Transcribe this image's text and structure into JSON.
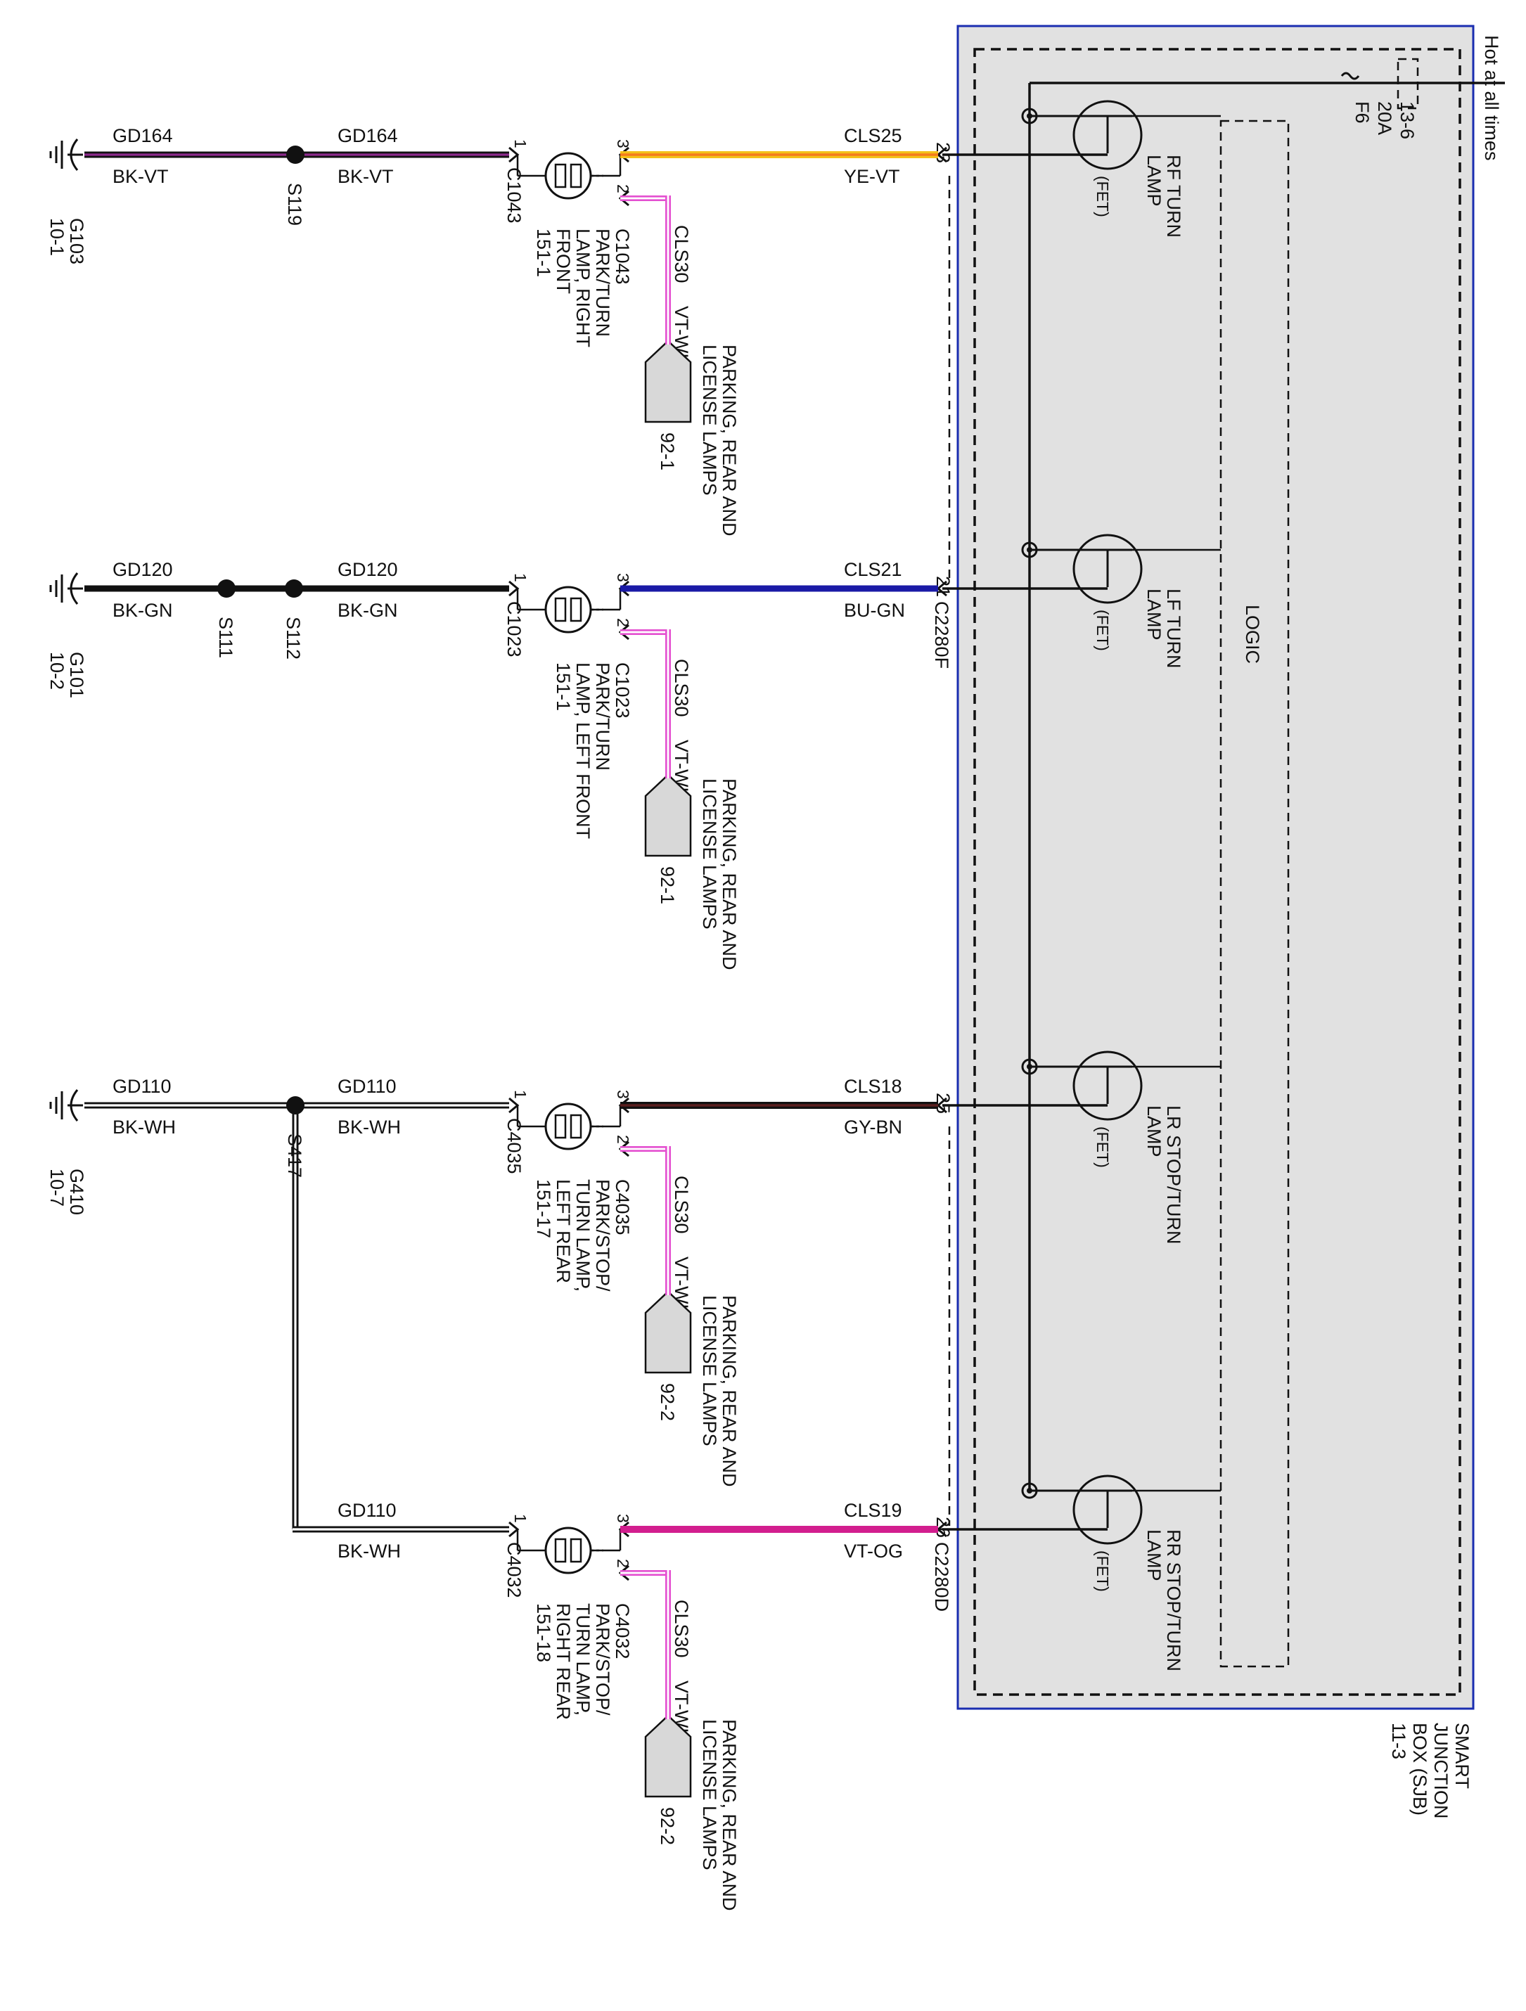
{
  "colors": {
    "black": "#111111",
    "violet": "#8c2a8c",
    "pink": "#d21e8e",
    "magenta": "#e44fd0",
    "yellow": "#f3c11a",
    "orange": "#f47a1f",
    "blue": "#1a1aa6",
    "sjb_fill": "#e1e1e1",
    "sjb_border": "#1a2db0"
  },
  "supply": {
    "label": "Hot at all times",
    "fuse": "F6",
    "fuse_rating": "20A",
    "fuse_ref": "13-6"
  },
  "sjb": {
    "name_line1": "SMART",
    "name_line2": "JUNCTION",
    "name_line3": "BOX (SJB)",
    "ref": "11-3",
    "logic_label": "LOGIC"
  },
  "circuits": [
    {
      "fet_name_line1": "RF TURN",
      "fet_name_line2": "LAMP",
      "fet_label": "(FET)",
      "sjb_pin": "23",
      "sjb_connector": "",
      "circuit": "CLS25",
      "circuit_color": "YE-VT",
      "lamp_pin_in": "3",
      "lamp_pin_2": "2",
      "lamp_pin_1": "1",
      "lamp_connector": "C1043",
      "lamp_connector_2": "C1043",
      "lamp_name_line1": "PARK/TURN",
      "lamp_name_line2": "LAMP, RIGHT",
      "lamp_name_line3": "FRONT",
      "lamp_name_line4": "151-1",
      "lamp_name_line5": "",
      "feed_circuit": "CLS30",
      "feed_color": "VT-WH",
      "feed_dest_line1": "PARKING, REAR AND",
      "feed_dest_line2": "LICENSE LAMPS",
      "feed_dest_ref": "92-1",
      "ground_wire_near": "GD164",
      "ground_color_near": "BK-VT",
      "ground_wire_far": "GD164",
      "ground_color_far": "BK-VT",
      "splices": [
        "S119"
      ],
      "ground": "G103",
      "ground_ref": "10-1"
    },
    {
      "fet_name_line1": "LF TURN",
      "fet_name_line2": "LAMP",
      "fet_label": "(FET)",
      "sjb_pin": "21",
      "sjb_connector": "C2280F",
      "circuit": "CLS21",
      "circuit_color": "BU-GN",
      "lamp_pin_in": "3",
      "lamp_pin_2": "2",
      "lamp_pin_1": "1",
      "lamp_connector": "C1023",
      "lamp_connector_2": "C1023",
      "lamp_name_line1": "PARK/TURN",
      "lamp_name_line2": "LAMP, LEFT FRONT",
      "lamp_name_line3": "151-1",
      "lamp_name_line4": "",
      "lamp_name_line5": "",
      "feed_circuit": "CLS30",
      "feed_color": "VT-WH",
      "feed_dest_line1": "PARKING, REAR AND",
      "feed_dest_line2": "LICENSE LAMPS",
      "feed_dest_ref": "92-1",
      "ground_wire_near": "GD120",
      "ground_color_near": "BK-GN",
      "ground_wire_far": "GD120",
      "ground_color_far": "BK-GN",
      "splices": [
        "S112",
        "S111"
      ],
      "ground": "G101",
      "ground_ref": "10-2"
    },
    {
      "fet_name_line1": "LR STOP/TURN",
      "fet_name_line2": "LAMP",
      "fet_label": "(FET)",
      "sjb_pin": "25",
      "sjb_connector": "",
      "circuit": "CLS18",
      "circuit_color": "GY-BN",
      "lamp_pin_in": "3",
      "lamp_pin_2": "2",
      "lamp_pin_1": "1",
      "lamp_connector": "C4035",
      "lamp_connector_2": "C4035",
      "lamp_name_line1": "PARK/STOP/",
      "lamp_name_line2": "TURN LAMP,",
      "lamp_name_line3": "LEFT REAR",
      "lamp_name_line4": "151-17",
      "lamp_name_line5": "",
      "feed_circuit": "CLS30",
      "feed_color": "VT-WH",
      "feed_dest_line1": "PARKING, REAR AND",
      "feed_dest_line2": "LICENSE LAMPS",
      "feed_dest_ref": "92-2",
      "ground_wire_near": "GD110",
      "ground_color_near": "BK-WH",
      "ground_wire_far": "GD110",
      "ground_color_far": "BK-WH",
      "splices": [
        "S417"
      ],
      "ground": "G410",
      "ground_ref": "10-7"
    },
    {
      "fet_name_line1": "RR STOP/TURN",
      "fet_name_line2": "LAMP",
      "fet_label": "(FET)",
      "sjb_pin": "26",
      "sjb_connector": "C2280D",
      "circuit": "CLS19",
      "circuit_color": "VT-OG",
      "lamp_pin_in": "3",
      "lamp_pin_2": "2",
      "lamp_pin_1": "1",
      "lamp_connector": "C4032",
      "lamp_connector_2": "C4032",
      "lamp_name_line1": "PARK/STOP/",
      "lamp_name_line2": "TURN LAMP,",
      "lamp_name_line3": "RIGHT REAR",
      "lamp_name_line4": "151-18",
      "lamp_name_line5": "",
      "feed_circuit": "CLS30",
      "feed_color": "VT-WH",
      "feed_dest_line1": "PARKING, REAR AND",
      "feed_dest_line2": "LICENSE LAMPS",
      "feed_dest_ref": "92-2",
      "ground_wire_near": "GD110",
      "ground_color_near": "BK-WH",
      "ground_wire_far": "",
      "ground_color_far": "",
      "splices": [],
      "ground": "",
      "ground_ref": ""
    }
  ]
}
